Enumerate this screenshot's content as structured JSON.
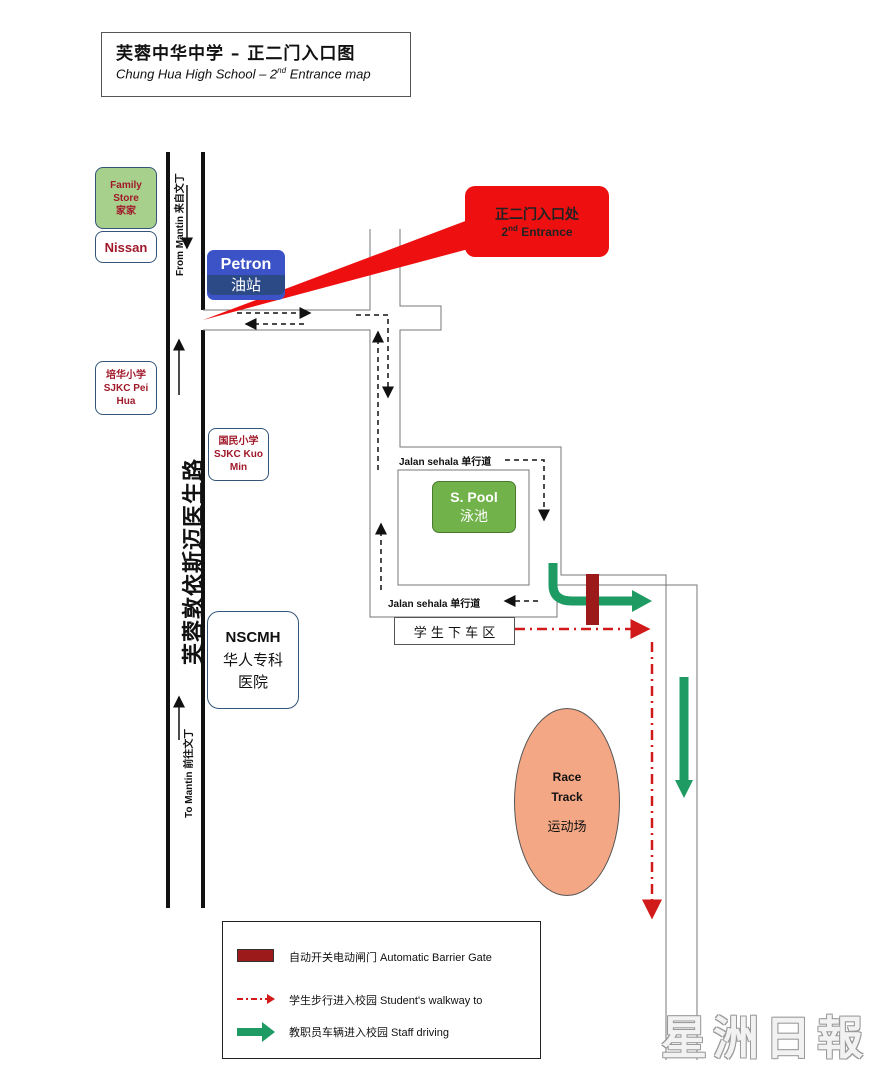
{
  "title": {
    "cn": "芙蓉中华中学 – 正二门入口图",
    "en_main": "Chung Hua High School – 2",
    "en_sup": "nd",
    "en_tail": " Entrance map"
  },
  "entrance_callout": {
    "line1": "正二门入口处",
    "line2_main": "2",
    "line2_sup": "nd",
    "line2_tail": " Entrance"
  },
  "landmarks": {
    "family_store": [
      "Family",
      "Store",
      "家家"
    ],
    "nissan": "Nissan",
    "petron": {
      "name": "Petron",
      "cn": "油站"
    },
    "pei_hua": [
      "培华小学",
      "SJKC Pei",
      "Hua"
    ],
    "kuo_min": [
      "国民小学",
      "SJKC Kuo",
      "Min"
    ],
    "nscmh": [
      "NSCMH",
      "华人专科",
      "医院"
    ],
    "pool": {
      "name": "S. Pool",
      "cn": "泳池"
    },
    "race_track": [
      "Race",
      "Track",
      "运动场"
    ],
    "drop_off": "学 生 下 车 区"
  },
  "roads": {
    "main_road": "芙蓉敦依斯迈医生路",
    "from_mantin": "From Mantin 来自文丁",
    "to_mantin": "To Mantin 前往文丁",
    "one_way_top": "Jalan sehala 单行道",
    "one_way_bottom": "Jalan sehala 单行道"
  },
  "legend": {
    "items": [
      {
        "icon": "barrier-gate-icon",
        "text": "自动开关电动闸门 Automatic Barrier Gate"
      },
      {
        "icon": "walkway-arrow-icon",
        "text": "学生步行进入校园 Student's walkway to"
      },
      {
        "icon": "staff-arrow-icon",
        "text": "教职员车辆进入校园 Staff driving"
      }
    ]
  },
  "watermark": "星洲日報",
  "colors": {
    "entrance_red": "#ee1010",
    "petron_blue": "#3c53c8",
    "pool_green": "#71b24a",
    "family_green": "#a8d08d",
    "staff_green": "#1e9a63",
    "walkway_red": "#d11a1a",
    "barrier_red": "#9c1a1a",
    "race_orange": "#f4a784"
  }
}
